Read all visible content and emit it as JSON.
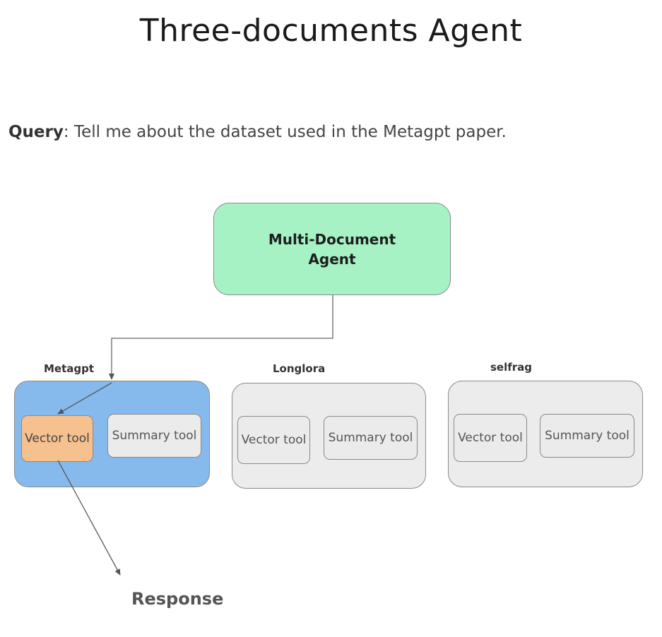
{
  "title": "Three-documents Agent",
  "query": {
    "label": "Query",
    "text": ": Tell me about the dataset used in the Metagpt paper."
  },
  "agent": {
    "label": "Multi-Document Agent"
  },
  "documents": [
    {
      "name": "Metagpt",
      "state": "active",
      "tools": [
        {
          "label": "Vector tool",
          "selected": true
        },
        {
          "label": "Summary tool",
          "selected": false
        }
      ]
    },
    {
      "name": "Longlora",
      "state": "idle",
      "tools": [
        {
          "label": "Vector tool",
          "selected": false
        },
        {
          "label": "Summary tool",
          "selected": false
        }
      ]
    },
    {
      "name": "selfrag",
      "state": "idle",
      "tools": [
        {
          "label": "Vector tool",
          "selected": false
        },
        {
          "label": "Summary tool",
          "selected": false
        }
      ]
    }
  ],
  "response": "Response",
  "colors": {
    "agent_fill": "#a6f2c4",
    "active_group_fill": "#86b9ec",
    "idle_group_fill": "#ececec",
    "selected_tool_fill": "#f6c08f",
    "tool_fill": "#ebebeb",
    "border": "#8a8a8a"
  }
}
